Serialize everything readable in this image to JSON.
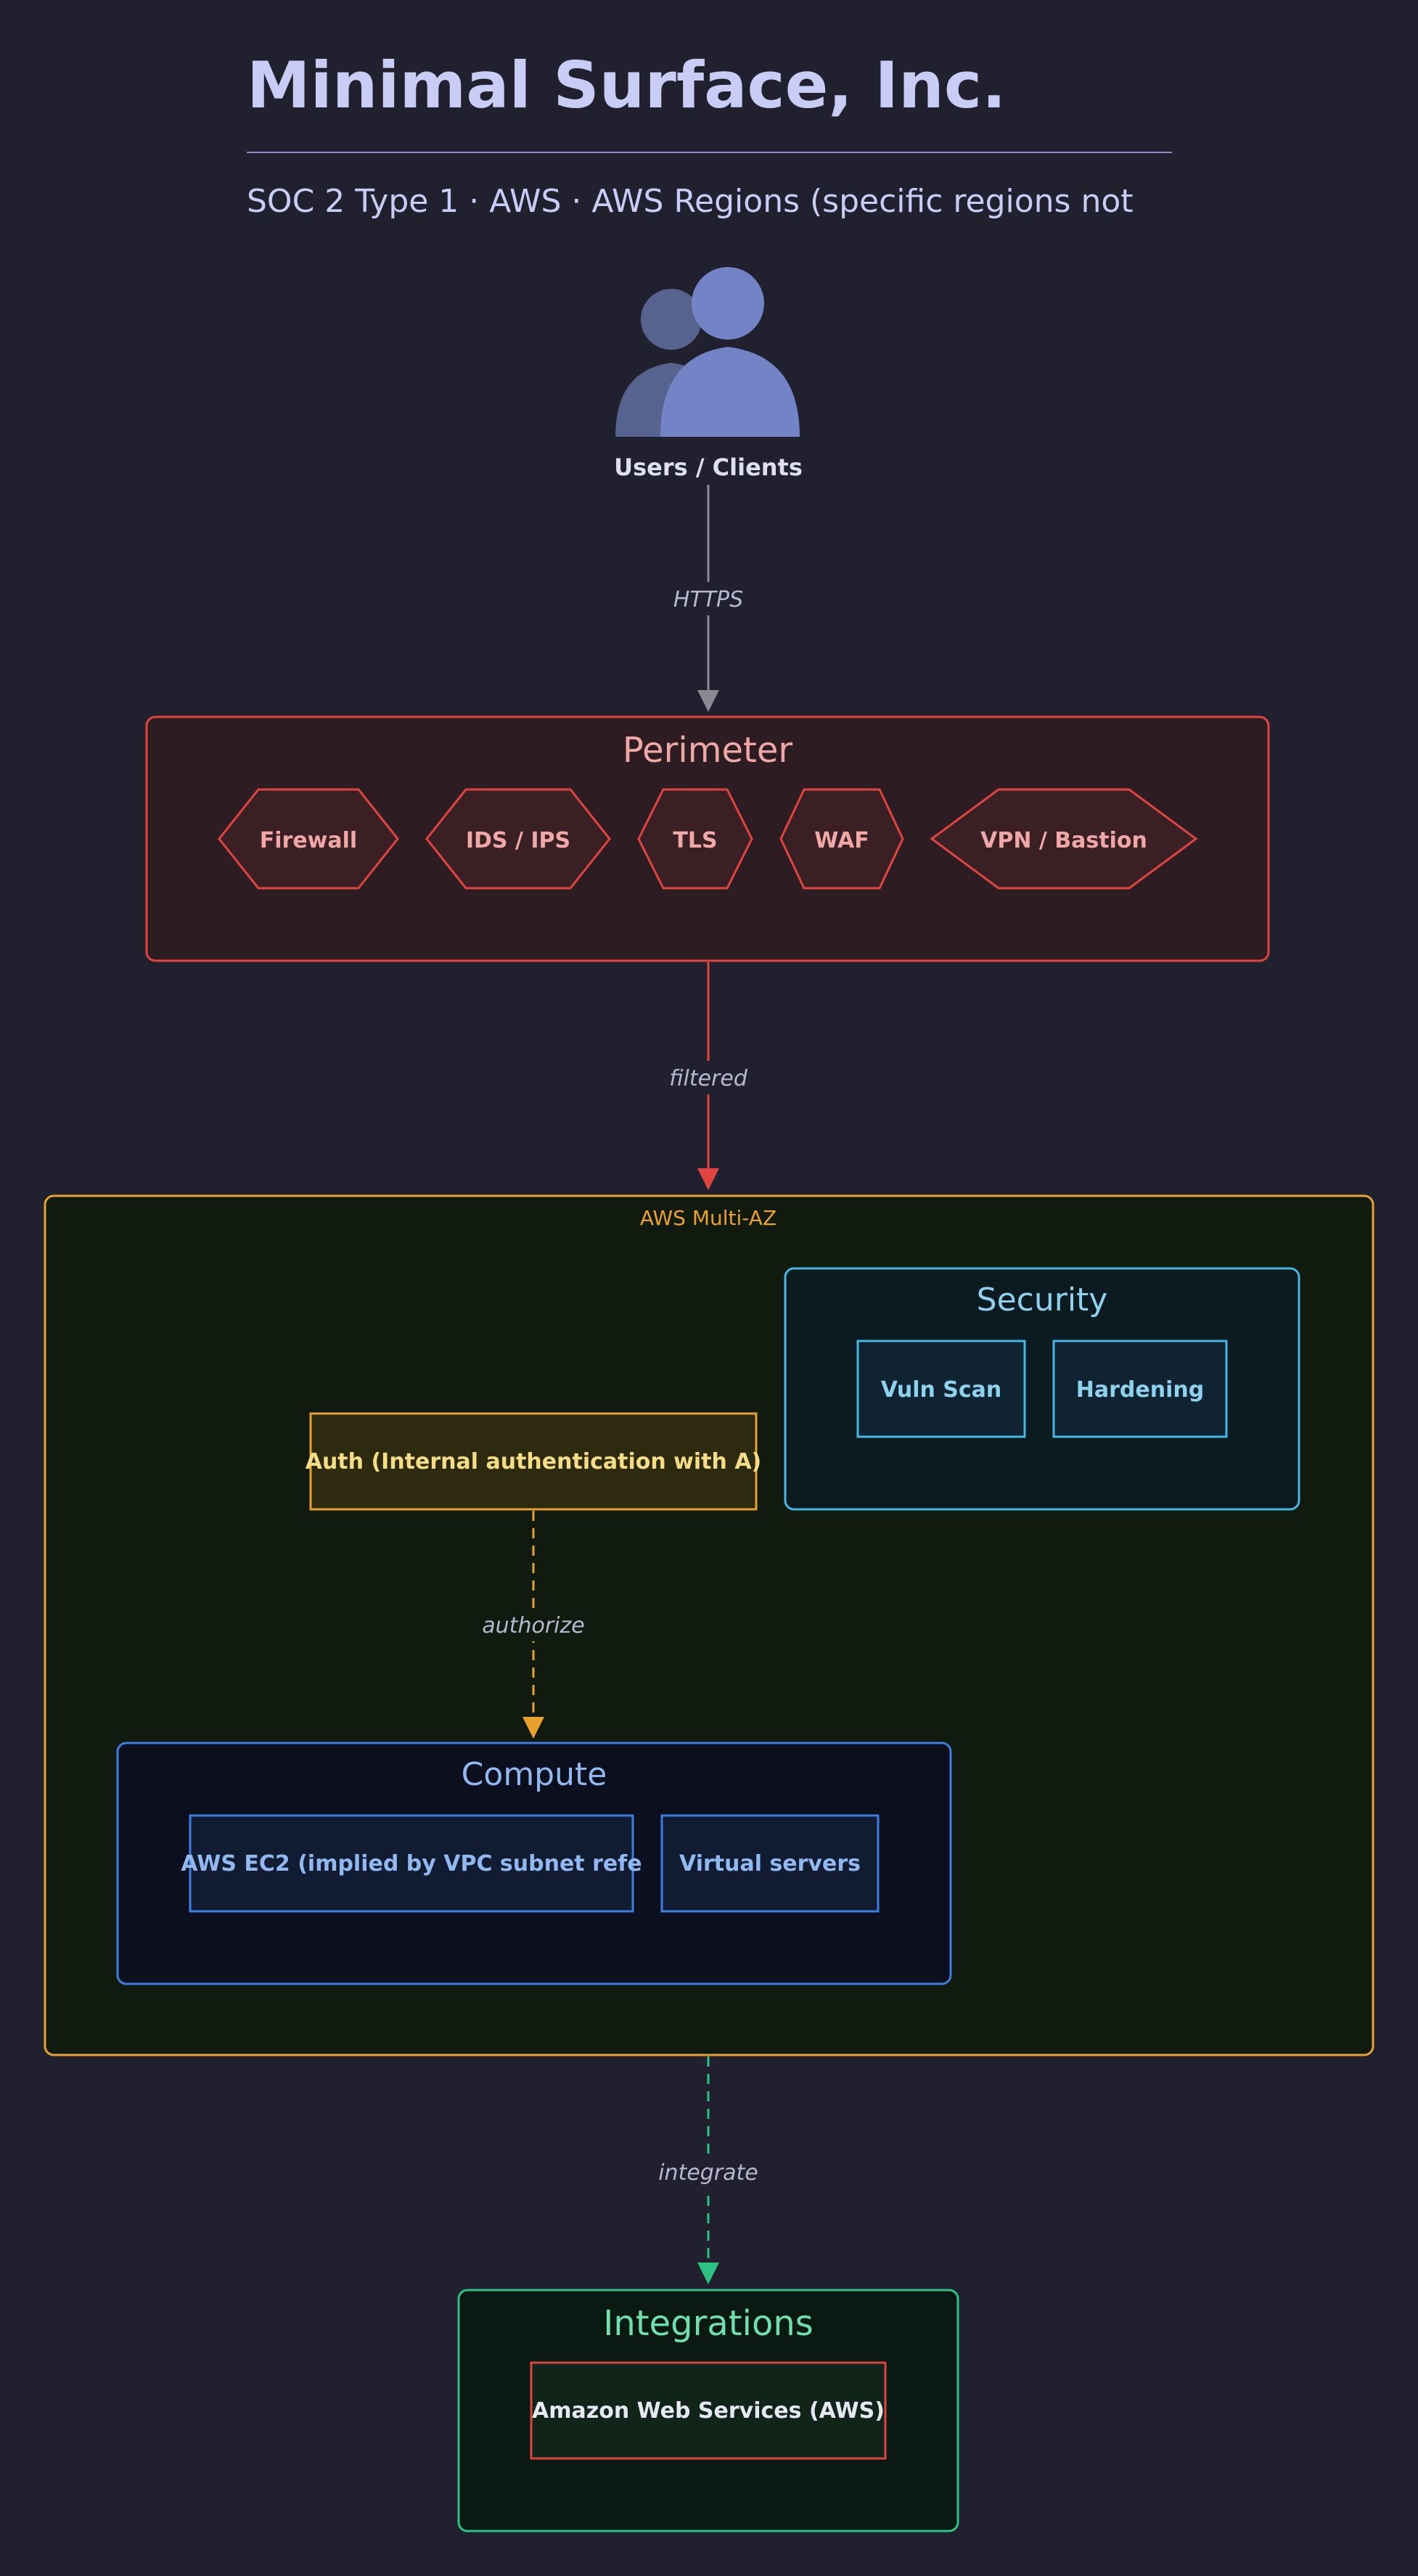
{
  "header": {
    "title": "Minimal Surface, Inc.",
    "subtitle": "SOC 2 Type 1 · AWS · AWS Regions (specific regions not"
  },
  "users": {
    "label": "Users / Clients"
  },
  "edges": {
    "https": "HTTPS",
    "filtered": "filtered",
    "authorize": "authorize",
    "integrate": "integrate"
  },
  "perimeter": {
    "title": "Perimeter",
    "items": [
      "Firewall",
      "IDS / IPS",
      "TLS",
      "WAF",
      "VPN / Bastion"
    ]
  },
  "aws": {
    "label": "AWS Multi-AZ",
    "security": {
      "title": "Security",
      "items": [
        "Vuln Scan",
        "Hardening"
      ]
    },
    "auth": {
      "label": "Auth (Internal authentication with A)"
    },
    "compute": {
      "title": "Compute",
      "items": [
        "AWS EC2 (implied by VPC subnet refe",
        "Virtual servers"
      ]
    }
  },
  "integrations": {
    "title": "Integrations",
    "items": [
      "Amazon Web Services (AWS)"
    ]
  },
  "colors": {
    "background": "#20202f",
    "title": "#c9cdf5",
    "perimeter": "#e0443e",
    "aws": "#e8a12c",
    "security": "#46b6e6",
    "auth": "#e8a12c",
    "compute": "#3d7fe0",
    "integrations": "#2cc283",
    "users_icon": "#7283c6"
  }
}
